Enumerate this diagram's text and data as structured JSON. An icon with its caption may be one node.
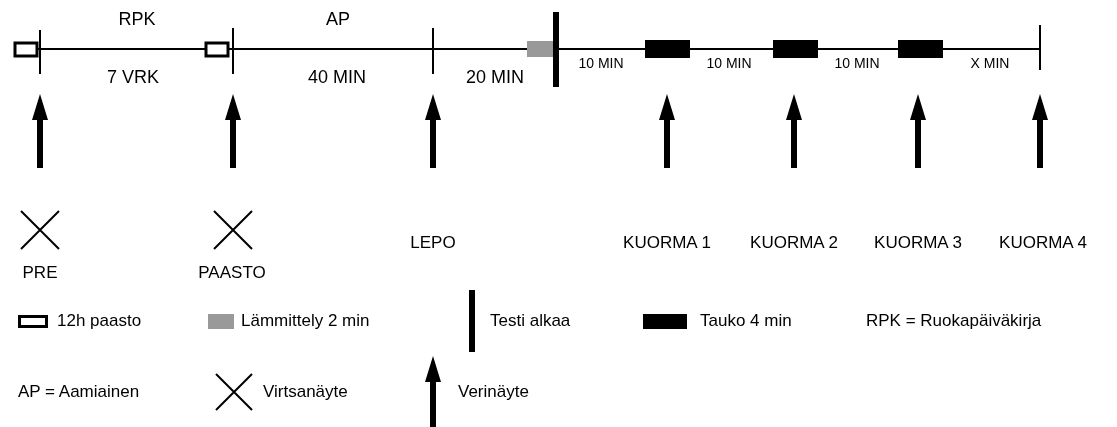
{
  "diagram": {
    "labels": [
      "RPK",
      "AP",
      "7 VRK",
      "40 MIN",
      "20 MIN",
      "10 MIN",
      "10 MIN",
      "10 MIN",
      "X MIN",
      "LEPO",
      "KUORMA 1",
      "KUORMA 2",
      "KUORMA 3",
      "KUORMA 4",
      "PRE",
      "PAASTO",
      "RPK = Ruokapäiväkirja",
      "AP = Aamiainen"
    ],
    "legend": [
      {
        "text": "12h paasto"
      },
      {
        "text": "Lämmittely 2 min",
        "color": "#999999"
      },
      {
        "text": "Testi alkaa"
      },
      {
        "text": "Tauko 4 min",
        "color": "#000000"
      },
      {
        "text": "Virtsanäyte"
      },
      {
        "text": "Verinäyte"
      }
    ]
  }
}
